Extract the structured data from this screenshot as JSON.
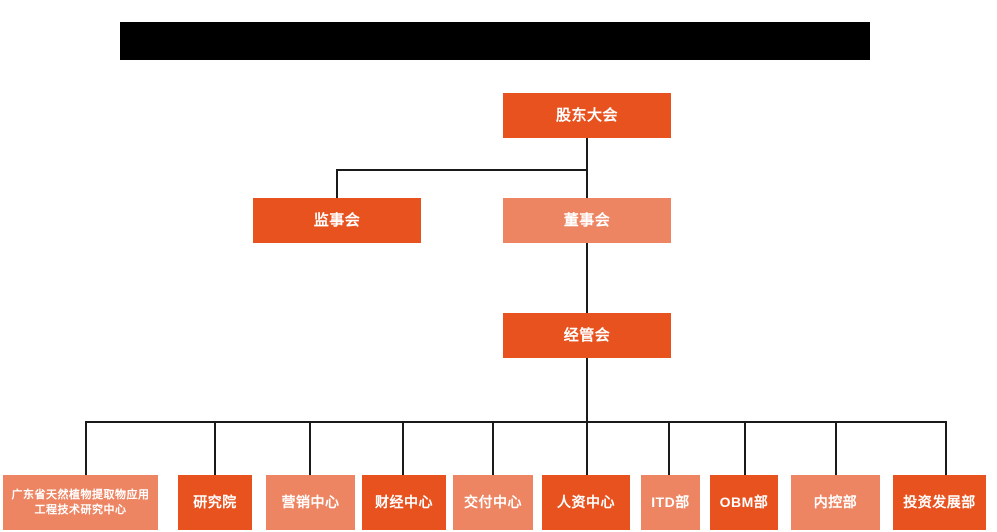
{
  "diagram": {
    "title_bar": {
      "text": "",
      "color": "#000000"
    },
    "colors": {
      "primary": "#E8521F",
      "secondary": "#ED8462",
      "line": "#1a1a1a",
      "background": "#ffffff",
      "text": "#ffffff"
    },
    "nodes": {
      "shareholders": "股东大会",
      "supervisors": "监事会",
      "directors": "董事会",
      "management": "经管会"
    },
    "departments": [
      {
        "label": "广东省天然植物提取物应用工程技术研究中心",
        "style": "secondary"
      },
      {
        "label": "研究院",
        "style": "primary"
      },
      {
        "label": "营销中心",
        "style": "secondary"
      },
      {
        "label": "财经中心",
        "style": "primary"
      },
      {
        "label": "交付中心",
        "style": "secondary"
      },
      {
        "label": "人资中心",
        "style": "primary"
      },
      {
        "label": "ITD部",
        "style": "secondary"
      },
      {
        "label": "OBM部",
        "style": "primary"
      },
      {
        "label": "内控部",
        "style": "secondary"
      },
      {
        "label": "投资发展部",
        "style": "primary"
      }
    ]
  }
}
